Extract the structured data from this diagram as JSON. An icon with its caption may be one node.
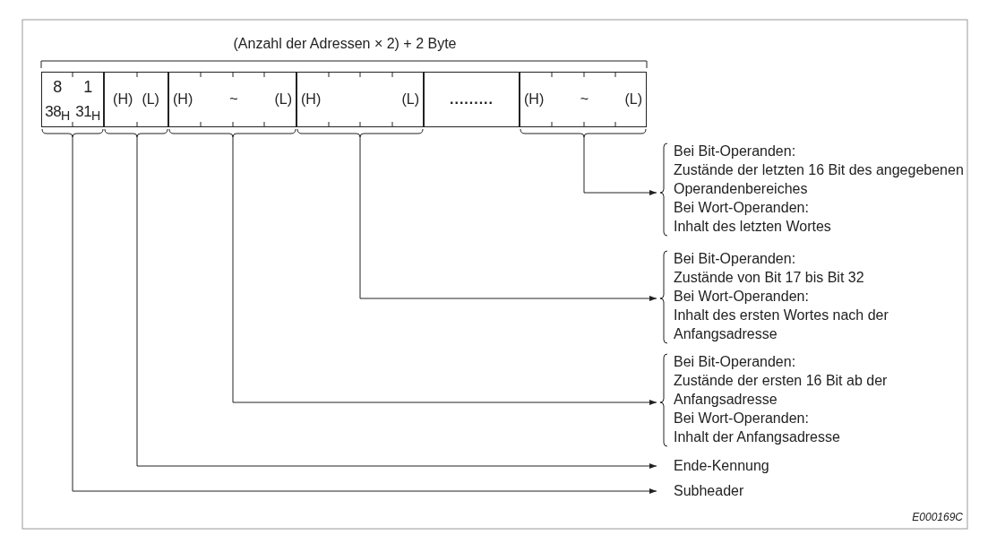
{
  "diagram": {
    "nodes": [
      {
        "text": [
          "8",
          "1",
          "38$_{H}$",
          "31$_{H}$"
        ]
      },
      {
        "text": [
          "(H)",
          "(L)"
        ]
      },
      {
        "text": [
          "(H)",
          "~",
          "(L)"
        ]
      },
      {
        "text": [
          "(H)",
          "(L)"
        ]
      },
      {
        "text": [
          "........."
        ]
      },
      {
        "text": [
          "(H)",
          "~",
          "(L)"
        ]
      },
      {
        "text": [
          "Bei Bit-Operanden:",
          "Zustände der letzten 16 Bit des angegebenen Operandenbereiches",
          "Bei Wort-Operanden:",
          "Inhalt des letzten Wortes"
        ]
      },
      {
        "text": [
          "Bei Bit-Operanden:",
          "Zustände von Bit 17 bis Bit 32",
          "Bei Wort-Operanden:",
          "Inhalt des ersten Wortes nach der Anfangsadresse"
        ]
      },
      {
        "text": [
          "Bei Bit-Operanden:",
          "Zustände der ersten 16 Bit ab der Anfangsadresse",
          "Bei Wort-Operanden:",
          "Inhalt der Anfangsadresse"
        ]
      },
      {
        "text": [
          "Ende-Kennung"
        ]
      },
      {
        "text": [
          "Subheader"
        ]
      }
    ],
    "edges": [
      {
        "from": 5,
        "to": 6,
        "arrow": "to"
      },
      {
        "from": 3,
        "to": 7,
        "arrow": "to"
      },
      {
        "from": 2,
        "to": 8,
        "arrow": "to"
      },
      {
        "from": 1,
        "to": 9,
        "arrow": "to"
      },
      {
        "from": 0,
        "to": 10,
        "arrow": "to"
      }
    ],
    "labels": [
      "(Anzahl der Adressen × 2) + 2 Byte",
      "E000169C"
    ]
  }
}
